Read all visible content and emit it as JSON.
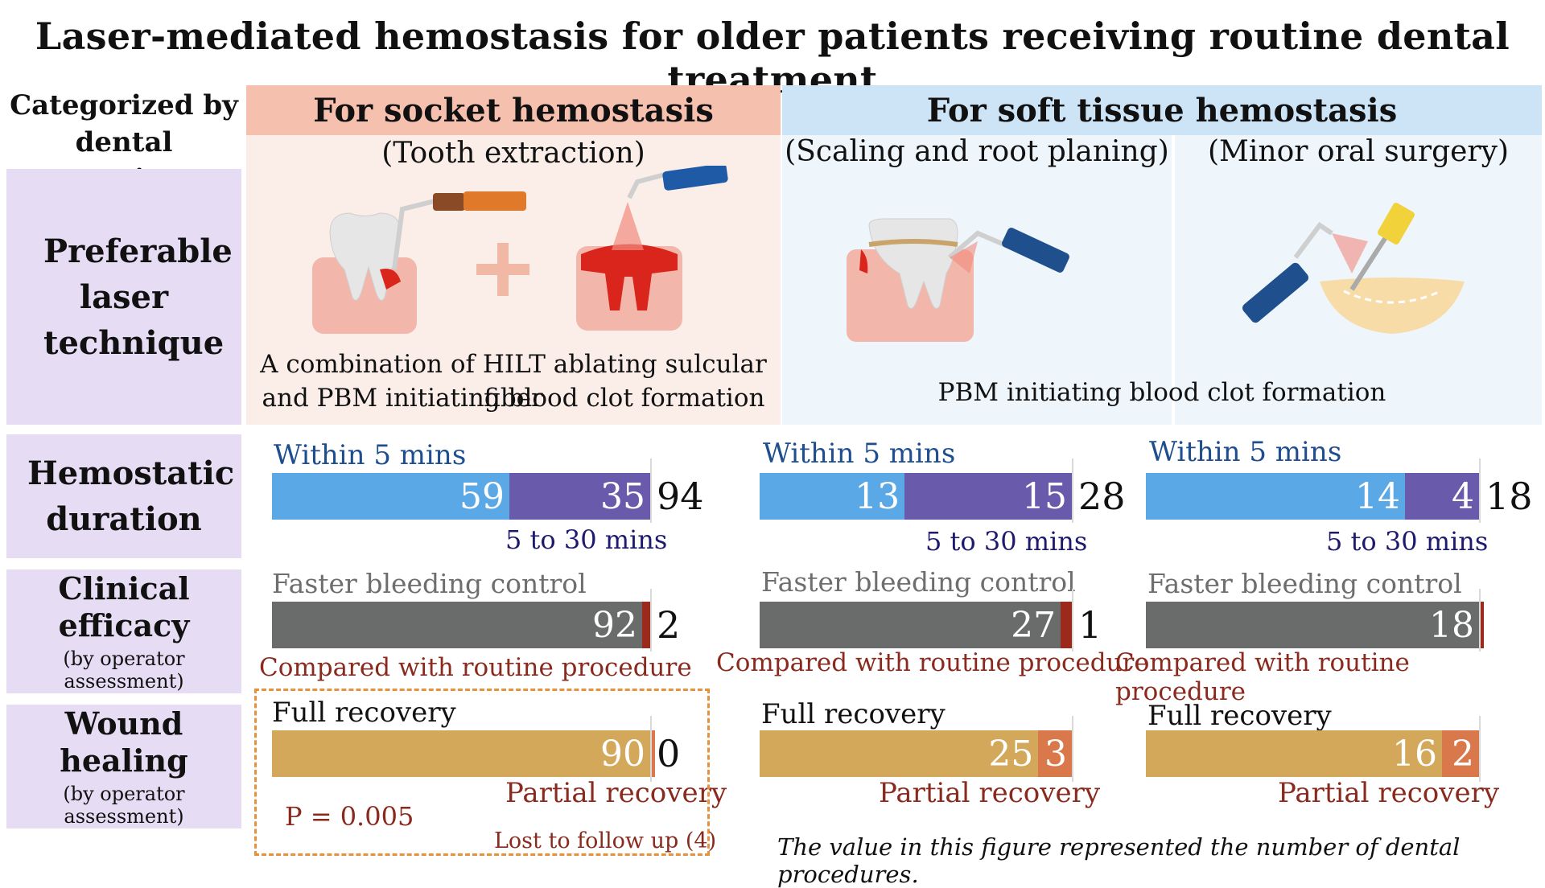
{
  "title": "Laser-mediated hemostasis  for older patients receiving routine dental treatment",
  "row_labels": {
    "category": "Categorized by dental practices",
    "technique": "Preferable laser technique",
    "duration": "Hemostatic duration",
    "efficacy": "Clinical efficacy",
    "efficacy_sub": "(by operator assessment)",
    "healing": "Wound healing",
    "healing_sub": "(by operator assessment)"
  },
  "columns": {
    "socket_header": "For socket hemostasis",
    "soft_header": "For soft tissue hemostasis",
    "socket_sub": "(Tooth extraction)",
    "scaling_sub": "(Scaling and root planing)",
    "surgery_sub": "(Minor oral surgery)",
    "socket_caption_1": "A combination of  HILT ablating sulcular fiber",
    "socket_caption_2": "and  PBM  initiating blood clot formation",
    "soft_caption": "PBM initiating blood clot formation"
  },
  "labels": {
    "within5": "Within 5 mins",
    "five_to_30": "5 to 30 mins",
    "faster": "Faster bleeding control",
    "compared": "Compared with routine procedure",
    "full": "Full recovery",
    "partial": "Partial recovery",
    "p_value": "P = 0.005",
    "lost": "Lost to follow up (4)",
    "note": "The value in this figure represented the number of dental procedures."
  },
  "colors": {
    "socket_header_bg": "#f6c0ae",
    "soft_header_bg": "#cde3f6",
    "socket_panel_bg": "#fbeee9",
    "soft_panel_bg": "#eef5fb",
    "within5": "#5aa9e6",
    "five_to_30": "#6a5aab",
    "faster": "#6a6c6b",
    "compared": "#9b2a1c",
    "full": "#d4a85a",
    "partial": "#d9784a",
    "dashed_box": "#e8913c",
    "row_label_bg": "#e6dcf4"
  },
  "chart_data": {
    "type": "bar",
    "stacked": true,
    "orientation": "horizontal",
    "categories": [
      "Tooth extraction",
      "Scaling and root planing",
      "Minor oral surgery"
    ],
    "duration": {
      "series": [
        {
          "name": "Within 5 mins",
          "values": [
            59,
            13,
            14
          ]
        },
        {
          "name": "5 to 30 mins",
          "values": [
            35,
            15,
            4
          ]
        }
      ],
      "totals": [
        94,
        28,
        18
      ]
    },
    "efficacy": {
      "series": [
        {
          "name": "Faster bleeding control",
          "values": [
            92,
            27,
            18
          ]
        },
        {
          "name": "Compared with routine procedure",
          "values": [
            2,
            1,
            0
          ]
        }
      ]
    },
    "healing": {
      "series": [
        {
          "name": "Full recovery",
          "values": [
            90,
            25,
            16
          ]
        },
        {
          "name": "Partial recovery",
          "values": [
            0,
            3,
            2
          ]
        }
      ]
    }
  }
}
